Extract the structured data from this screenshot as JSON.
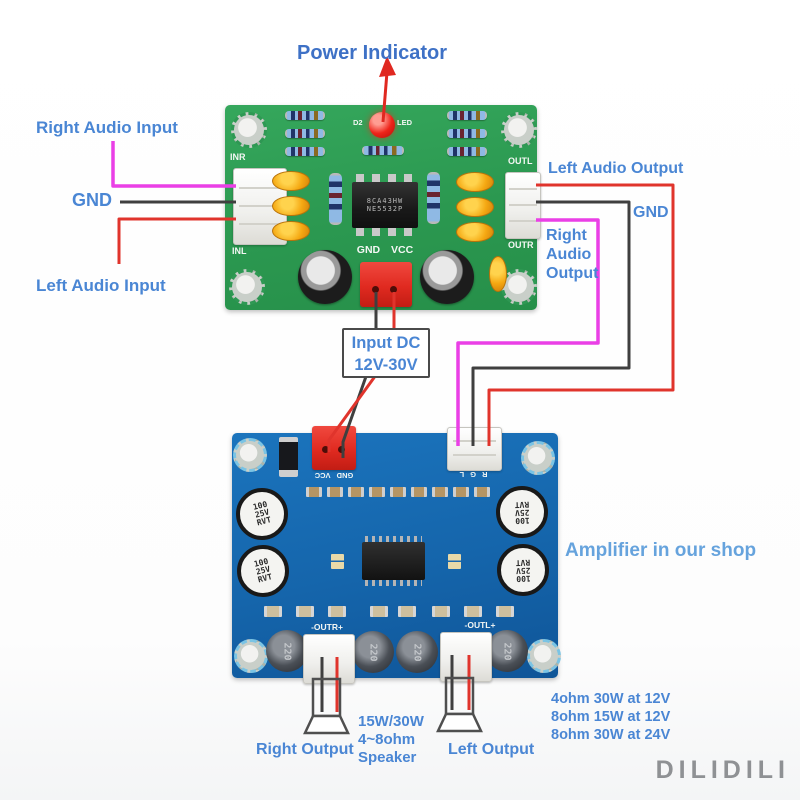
{
  "annotations": {
    "power_indicator": "Power Indicator",
    "right_audio_input": "Right Audio Input",
    "gnd_left": "GND",
    "left_audio_input": "Left Audio Input",
    "left_audio_output": "Left Audio Output",
    "gnd_right": "GND",
    "right_audio_output_l1": "Right",
    "right_audio_output_l2": "Audio",
    "right_audio_output_l3": "Output",
    "input_dc_l1": "Input DC",
    "input_dc_l2": "12V-30V",
    "amplifier_note": "Amplifier in our shop",
    "right_output": "Right Output",
    "speaker_spec_l1": "15W/30W",
    "speaker_spec_l2": "4~8ohm",
    "speaker_spec_l3": "Speaker",
    "left_output": "Left Output",
    "spec_l1": "4ohm 30W at 12V",
    "spec_l2": "8ohm 15W at 12V",
    "spec_l3": "8ohm 30W at 24V",
    "watermark": "DILIDILI"
  },
  "preamp_board": {
    "silkscreen": {
      "inr": "INR",
      "inl": "INL",
      "outl": "OUTL",
      "outr": "OUTR",
      "power": "GND VCC",
      "led_ref": "D2",
      "led_name": "LED",
      "ic_l1": "8CA43HW",
      "ic_l2": "NE5532P"
    }
  },
  "amp_board": {
    "silkscreen": {
      "power": "GND VCC",
      "signal": "R G L",
      "out_right": "-OUTR+",
      "out_left": "-OUTL+"
    },
    "caps": {
      "big_l1": "100",
      "big_l2": "25V",
      "big_l3": "RVT",
      "small": "220"
    }
  },
  "colors": {
    "label_blue": "#4a86d4",
    "label_blue_light": "#66a3dd",
    "wire_red": "#e0342c",
    "wire_black": "#3f3f3f",
    "wire_magenta": "#ea3fe6",
    "pcb_green": "#2f9e53",
    "pcb_blue": "#1767ae",
    "watermark_gray": "#8f9194"
  }
}
